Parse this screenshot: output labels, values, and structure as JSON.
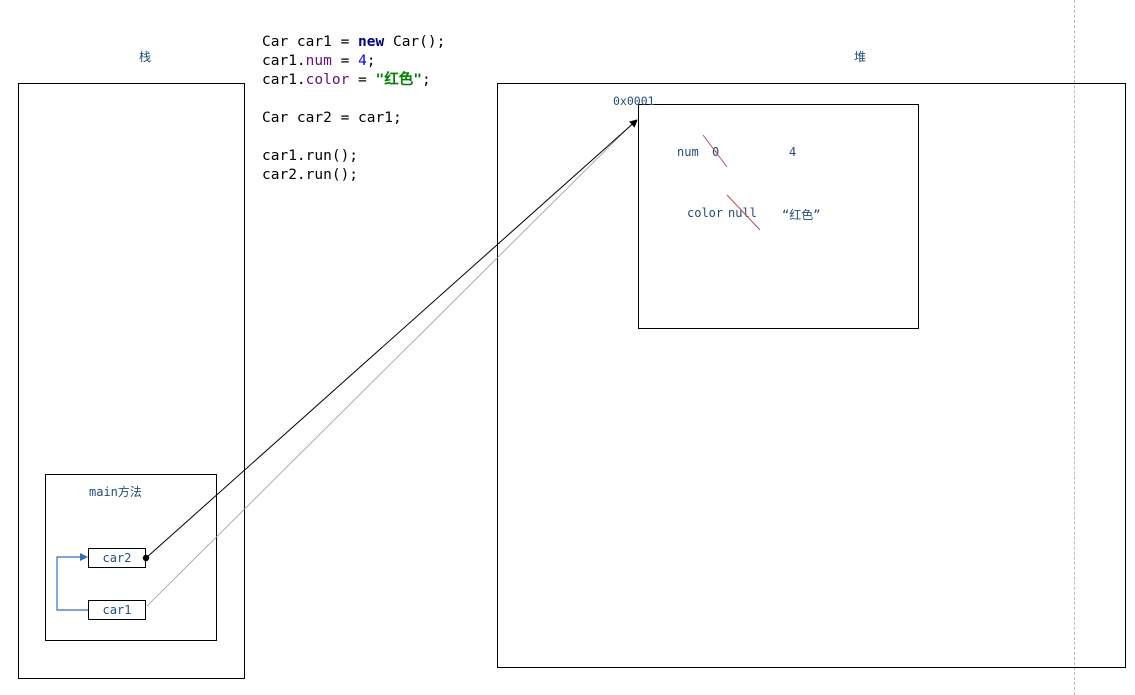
{
  "stack": {
    "title": "栈"
  },
  "heap": {
    "title": "堆"
  },
  "code": [
    [
      {
        "t": "Car car1 = "
      },
      {
        "t": "new",
        "c": "kw"
      },
      {
        "t": " Car();"
      }
    ],
    [
      {
        "t": "car1."
      },
      {
        "t": "num",
        "c": "fld"
      },
      {
        "t": " = "
      },
      {
        "t": "4",
        "c": "num"
      },
      {
        "t": ";"
      }
    ],
    [
      {
        "t": "car1."
      },
      {
        "t": "color",
        "c": "fld"
      },
      {
        "t": " = "
      },
      {
        "t": "\"红色\"",
        "c": "str"
      },
      {
        "t": ";"
      }
    ],
    [],
    [
      {
        "t": "Car car2 = car1;"
      }
    ],
    [],
    [
      {
        "t": "car1.run();"
      }
    ],
    [
      {
        "t": "car2.run();"
      }
    ]
  ],
  "main_frame": {
    "title": "main方法",
    "var_car2": "car2",
    "var_car1": "car1"
  },
  "object": {
    "address": "0x0001",
    "num_label": "num",
    "num_old": "0",
    "num_new": "4",
    "color_label": "color",
    "color_old": "null",
    "color_new": "“红色”"
  },
  "colors": {
    "label_text": "#1f4e79",
    "strike": "#c0504d",
    "blue_arrow": "#2e75b6",
    "grey_line": "#999999"
  }
}
